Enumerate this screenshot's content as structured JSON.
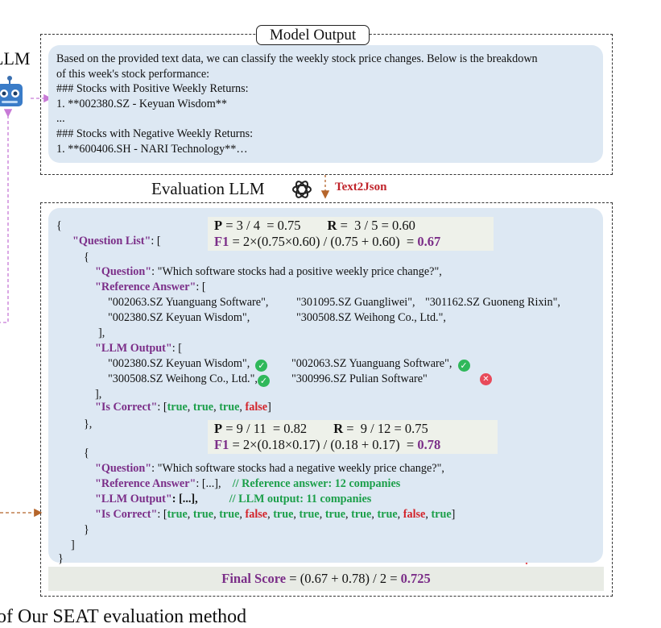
{
  "side_label": "LLM",
  "model_output": {
    "title": "Model Output",
    "lines": [
      "Based on the provided text data, we can classify the weekly stock price changes. Below is the breakdown",
      "of this week's stock performance:",
      "### Stocks with Positive Weekly Returns:",
      "1. **002380.SZ - Keyuan Wisdom**",
      "...",
      "### Stocks with Negative Weekly Returns:",
      "1. **600406.SH - NARI Technology**…"
    ]
  },
  "evaluation": {
    "title": "Evaluation LLM",
    "step_label": "Text2Json"
  },
  "metrics1": {
    "p": "= 3 / 4  = 0.75",
    "r": "=  3 / 5 = 0.60",
    "f1_expr": " = 2×(0.75×0.60) / (0.75 + 0.60)  = ",
    "f1_value": "0.67"
  },
  "metrics2": {
    "p": "= 9 / 11  = 0.82",
    "r": "=  9 / 12 = 0.75",
    "f1_expr": " = 2×(0.18×0.17) / (0.18 + 0.17)  = ",
    "f1_value": "0.78"
  },
  "code": {
    "open_brace": "{",
    "question_list_key": "\"Question List\"",
    "q1": {
      "question_key": "\"Question\"",
      "question_text": "\"Which software stocks had a positive weekly price change?\",",
      "ref_key": "\"Reference Answer\"",
      "ref_items": [
        "\"002063.SZ Yuanguang Software\",",
        "\"301095.SZ Guangliwei\",",
        "\"301162.SZ Guoneng Rixin\",",
        "\"002380.SZ Keyuan Wisdom\",",
        "\"300508.SZ Weihong Co., Ltd.\","
      ],
      "llm_key": "\"LLM Output\"",
      "llm_items": [
        "\"002380.SZ Keyuan Wisdom\",",
        "\"002063.SZ Yuanguang Software\",",
        "\"300508.SZ Weihong Co., Ltd.\",",
        "\"300996.SZ Pulian Software\""
      ],
      "correct_key": "\"Is Correct\"",
      "correct": [
        "true",
        "true",
        "true",
        "false"
      ]
    },
    "q2": {
      "question_key": "\"Question\"",
      "question_text": "\"Which software stocks had a negative weekly price change?\",",
      "ref_key": "\"Reference Answer\"",
      "ref_value": "[...],",
      "ref_comment": "// Reference answer: 12 companies",
      "llm_key": "\"LLM Output\"",
      "llm_value": "[...],",
      "llm_comment": "// LLM output: 11 companies",
      "correct_key": "\"Is Correct\"",
      "correct": [
        "true",
        "true",
        "true",
        "false",
        "true",
        "true",
        "true",
        "true",
        "true",
        "false",
        "true"
      ]
    }
  },
  "final": {
    "label": "Final Score",
    "expr": " = (0.67 + 0.78) / 2  = ",
    "value": "0.725"
  },
  "caption": "of Our SEAT evaluation method",
  "colors": {
    "panel": "#dde8f3",
    "key_purple": "#7b2e88",
    "true_green": "#1c9f4a",
    "false_red": "#d3232a",
    "arrow_red": "#e0232a",
    "arrow_pink": "#c77ad6",
    "arrow_brown": "#b5652b"
  }
}
